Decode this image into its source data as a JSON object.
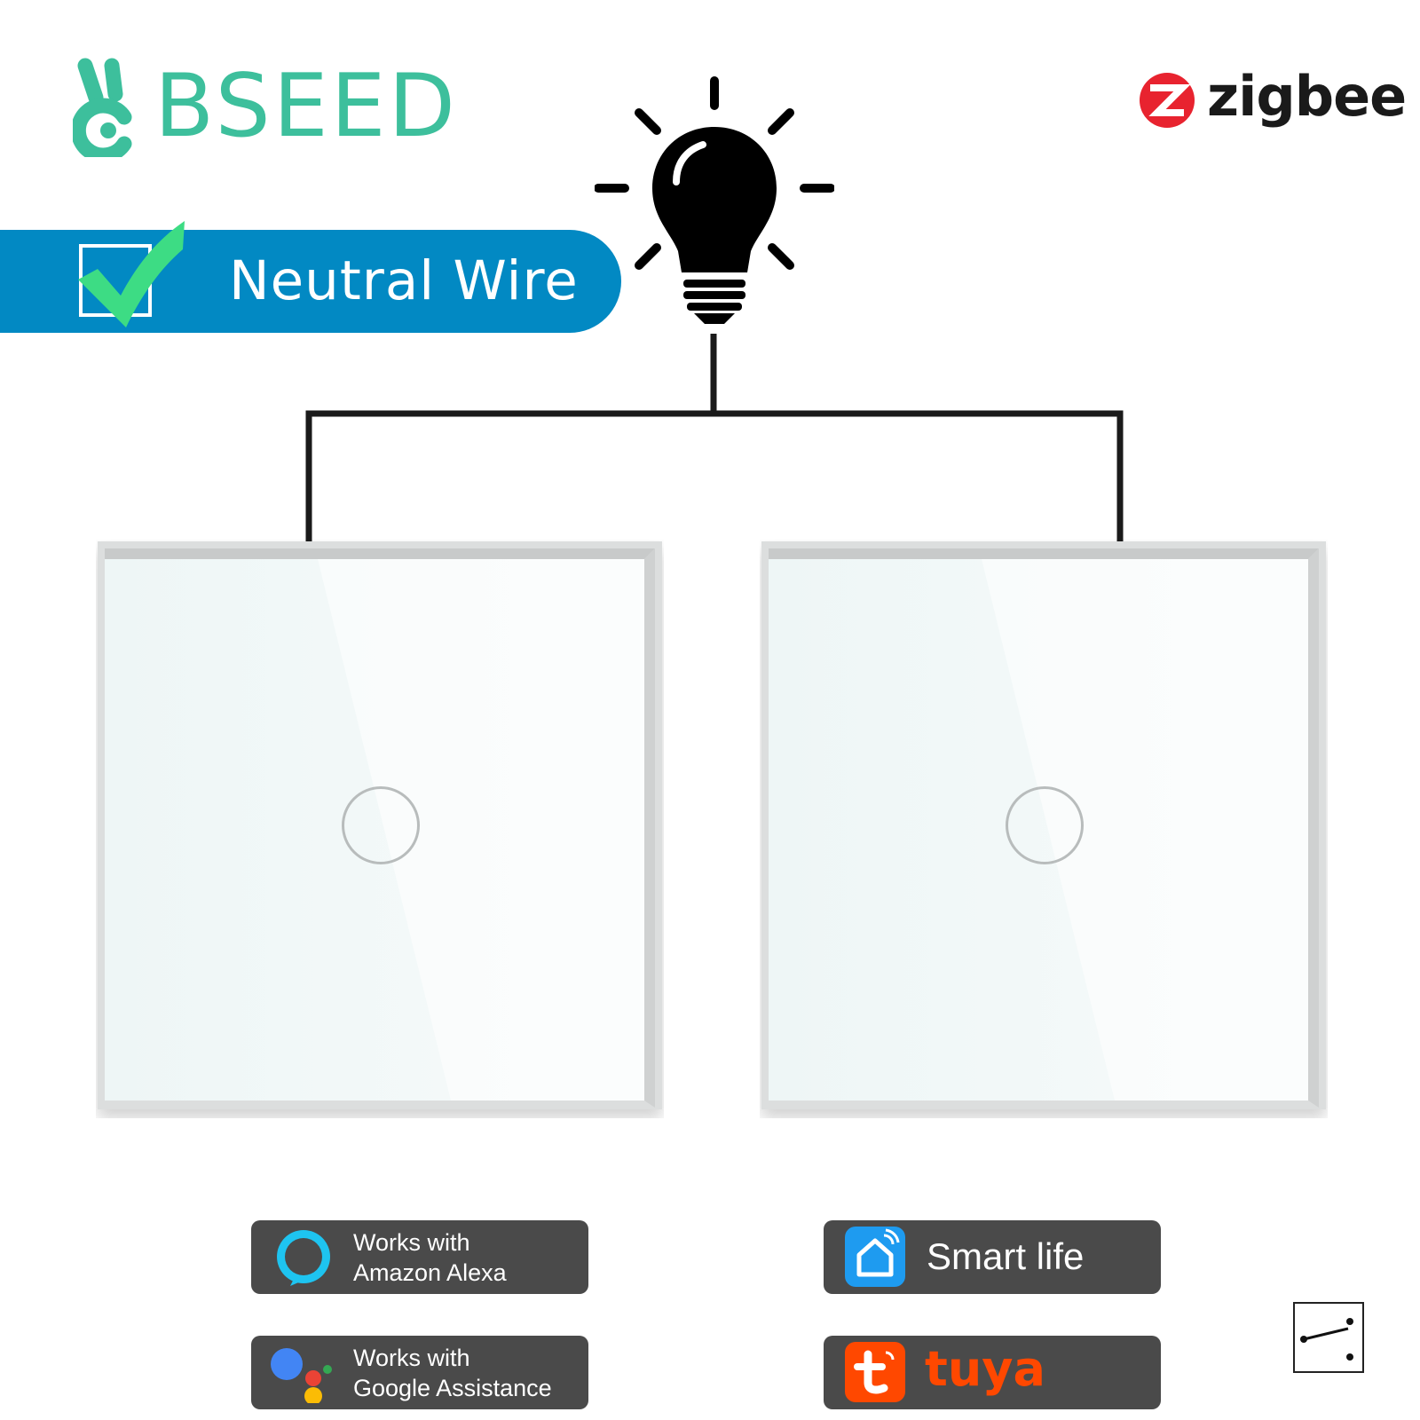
{
  "brand": {
    "name": "BSEED",
    "color": "#3dbf9c"
  },
  "zigbee": {
    "name": "zigbee",
    "logo_color": "#e8232f"
  },
  "banner": {
    "label": "Neutral Wire",
    "color": "#0289c3",
    "check_color": "#3ddc84"
  },
  "diagram": {
    "bulb_icon": "lightbulb-icon",
    "panels": [
      {
        "name": "left-switch-panel",
        "buttons": 1
      },
      {
        "name": "right-switch-panel",
        "buttons": 1
      }
    ]
  },
  "badges": {
    "alexa": {
      "line1": "Works with",
      "line2": "Amazon Alexa",
      "icon": "alexa-icon"
    },
    "google": {
      "line1": "Works with",
      "line2": "Google Assistance",
      "icon": "google-assistant-icon"
    },
    "smartlife": {
      "label": "Smart life",
      "icon": "smart-life-house-icon"
    },
    "tuya": {
      "label": "tuya",
      "icon": "tuya-icon",
      "color": "#ff4800"
    }
  },
  "switch_symbol": {
    "icon": "two-way-switch-icon"
  }
}
